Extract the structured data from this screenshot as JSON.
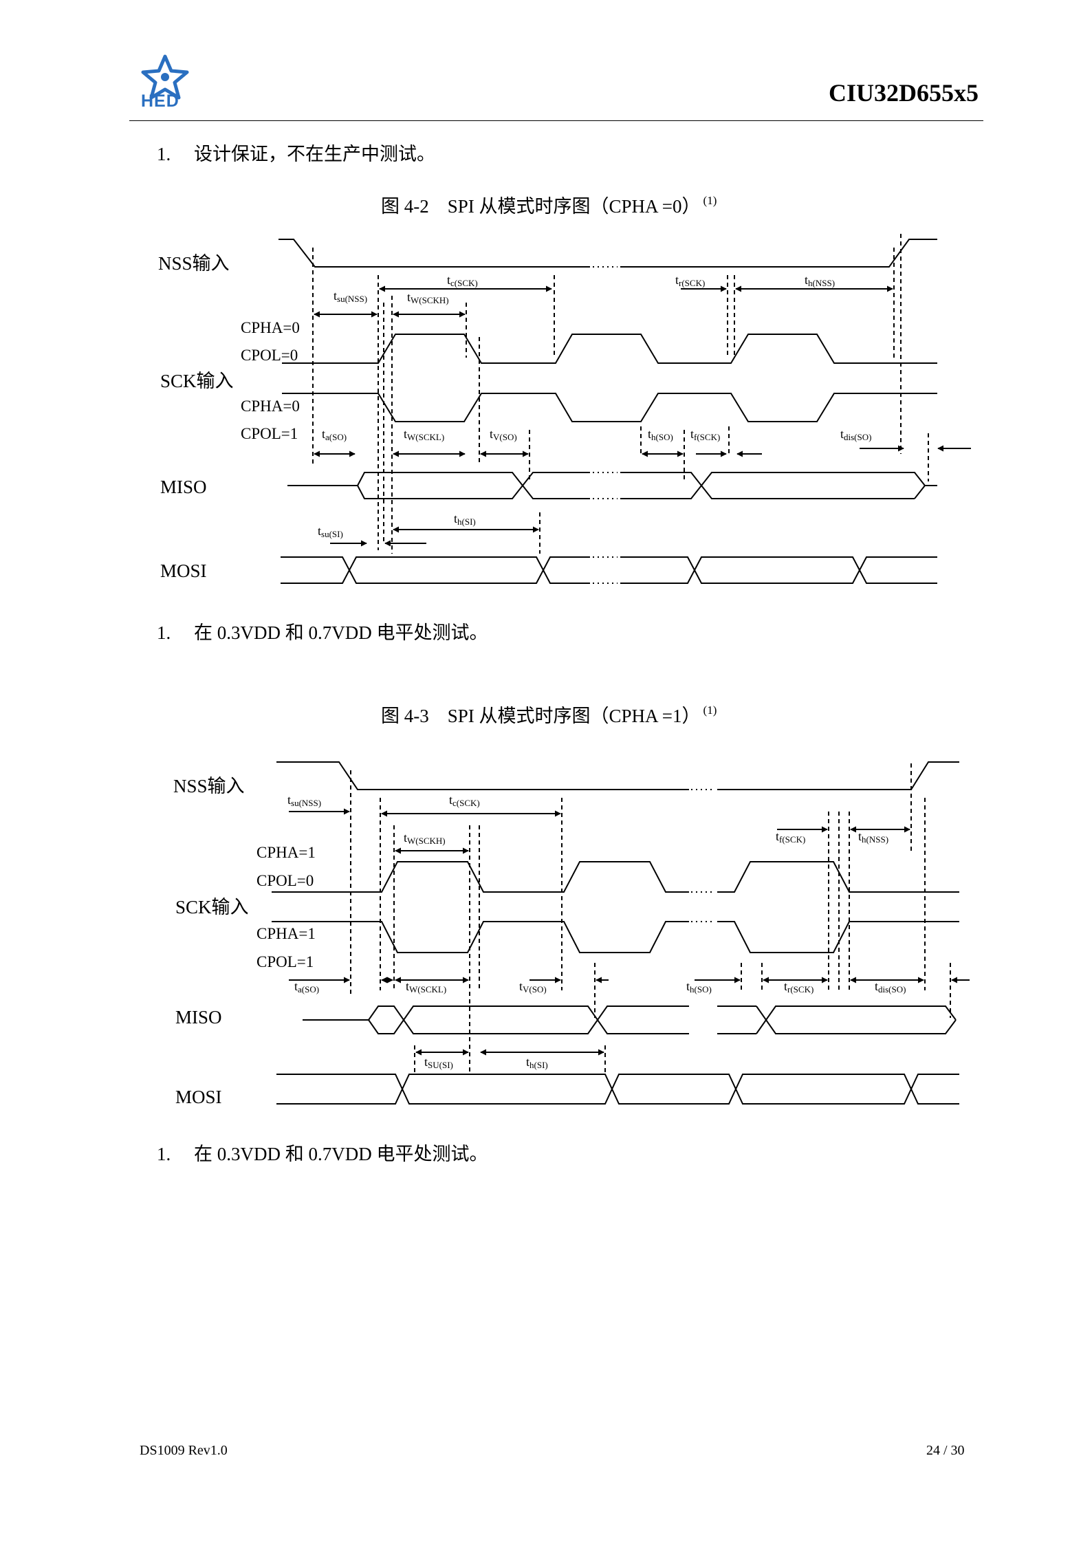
{
  "header": {
    "doc_id": "CIU32D655x5",
    "logo_text": "HED"
  },
  "notes": {
    "design_note": {
      "number": "1.",
      "text": "设计保证，不在生产中测试。"
    },
    "test_note_1": {
      "number": "1.",
      "text": "在 0.3VDD 和 0.7VDD 电平处测试。"
    },
    "test_note_2": {
      "number": "1.",
      "text": "在 0.3VDD 和 0.7VDD 电平处测试。"
    }
  },
  "figures": [
    {
      "caption_num": "图  4-2",
      "caption_title": "SPI 从模式时序图（CPHA =0）",
      "caption_note": "(1)",
      "signals": {
        "nss": "NSS输入",
        "sck": "SCK输入",
        "miso": "MISO",
        "mosi": "MOSI"
      },
      "modes": {
        "m1_cpha": "CPHA=0",
        "m1_cpol": "CPOL=0",
        "m2_cpha": "CPHA=0",
        "m2_cpol": "CPOL=1"
      },
      "timings": {
        "tc_sck": {
          "t": "t",
          "sub": "c(SCK)"
        },
        "tr_sck": {
          "t": "t",
          "sub": "r(SCK)"
        },
        "th_nss": {
          "t": "t",
          "sub": "h(NSS)"
        },
        "tsu_nss": {
          "t": "t",
          "sub": "su(NSS)"
        },
        "tw_sckh": {
          "t": "t",
          "sub": "W(SCKH)"
        },
        "ta_so": {
          "t": "t",
          "sub": "a(SO)"
        },
        "tw_sckl": {
          "t": "t",
          "sub": "W(SCKL)"
        },
        "tv_so": {
          "t": "t",
          "sub": "V(SO)"
        },
        "th_so": {
          "t": "t",
          "sub": "h(SO)"
        },
        "tf_sck": {
          "t": "t",
          "sub": "f(SCK)"
        },
        "tdis_so": {
          "t": "t",
          "sub": "dis(SO)"
        },
        "th_si": {
          "t": "t",
          "sub": "h(SI)"
        },
        "tsu_si": {
          "t": "t",
          "sub": "su(SI)"
        }
      }
    },
    {
      "caption_num": "图  4-3",
      "caption_title": "SPI 从模式时序图（CPHA =1）",
      "caption_note": "(1)",
      "signals": {
        "nss": "NSS输入",
        "sck": "SCK输入",
        "miso": "MISO",
        "mosi": "MOSI"
      },
      "modes": {
        "m1_cpha": "CPHA=1",
        "m1_cpol": "CPOL=0",
        "m2_cpha": "CPHA=1",
        "m2_cpol": "CPOL=1"
      },
      "timings": {
        "tsu_nss": {
          "t": "t",
          "sub": "su(NSS)"
        },
        "tc_sck": {
          "t": "t",
          "sub": "c(SCK)"
        },
        "tw_sckh": {
          "t": "t",
          "sub": "W(SCKH)"
        },
        "tf_sck": {
          "t": "t",
          "sub": "f(SCK)"
        },
        "th_nss": {
          "t": "t",
          "sub": "h(NSS)"
        },
        "ta_so": {
          "t": "t",
          "sub": "a(SO)"
        },
        "tw_sckl": {
          "t": "t",
          "sub": "W(SCKL)"
        },
        "tv_so": {
          "t": "t",
          "sub": "V(SO)"
        },
        "th_so": {
          "t": "t",
          "sub": "h(SO)"
        },
        "tr_sck": {
          "t": "t",
          "sub": "r(SCK)"
        },
        "tdis_so": {
          "t": "t",
          "sub": "dis(SO)"
        },
        "tsu_si": {
          "t": "t",
          "sub": "SU(SI)"
        },
        "th_si": {
          "t": "t",
          "sub": "h(SI)"
        }
      }
    }
  ],
  "footer": {
    "left": "DS1009 Rev1.0",
    "right": "24 / 30"
  }
}
